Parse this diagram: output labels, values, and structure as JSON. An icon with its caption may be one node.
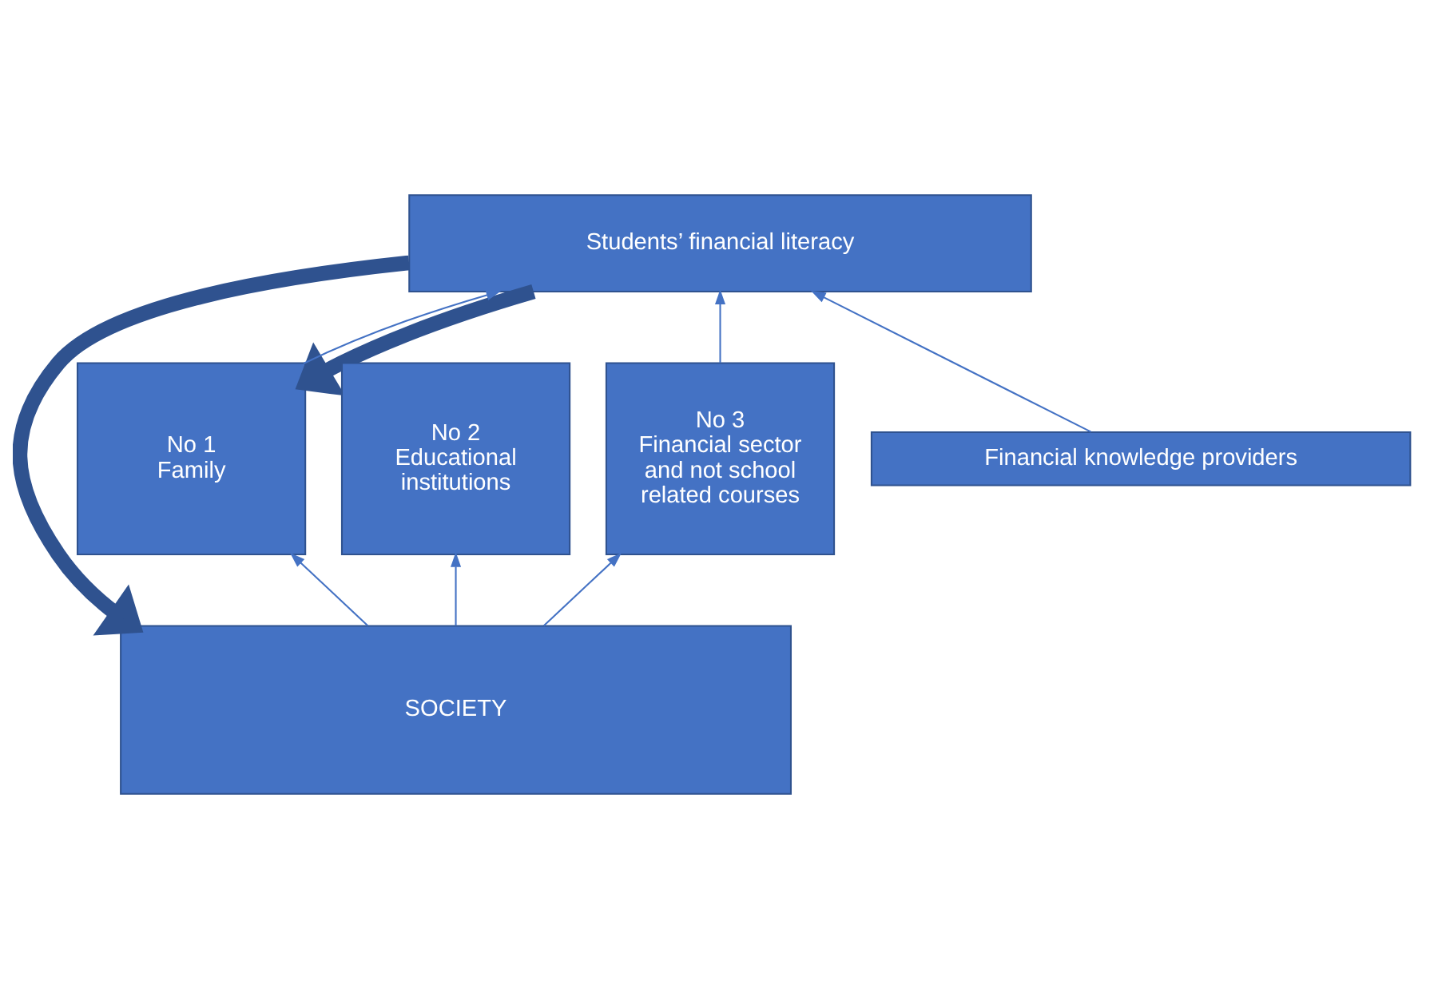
{
  "diagram": {
    "nodes": [
      {
        "text": [
          "Students’ financial literacy"
        ]
      },
      {
        "text": [
          "Financial knowledge providers"
        ]
      },
      {
        "text": [
          "No 1",
          "Family"
        ]
      },
      {
        "text": [
          "No 2",
          "Educational institutions"
        ]
      },
      {
        "text": [
          "No 3",
          "Financial sector and not school related courses"
        ]
      },
      {
        "text": [
          "SOCIETY"
        ]
      }
    ],
    "edges": [
      {
        "from": 2,
        "to": 0,
        "arrow": "to"
      },
      {
        "from": 1,
        "to": 0,
        "arrow": "to"
      },
      {
        "from": 4,
        "to": 0,
        "arrow": "to"
      },
      {
        "from": 5,
        "to": 2,
        "arrow": "to"
      },
      {
        "from": 5,
        "to": 3,
        "arrow": "to"
      },
      {
        "from": 5,
        "to": 4,
        "arrow": "to"
      },
      {
        "from": 0,
        "to": 2,
        "arrow": "to",
        "style": "thick"
      },
      {
        "from": 0,
        "to": 5,
        "arrow": "to",
        "style": "thick"
      }
    ]
  }
}
